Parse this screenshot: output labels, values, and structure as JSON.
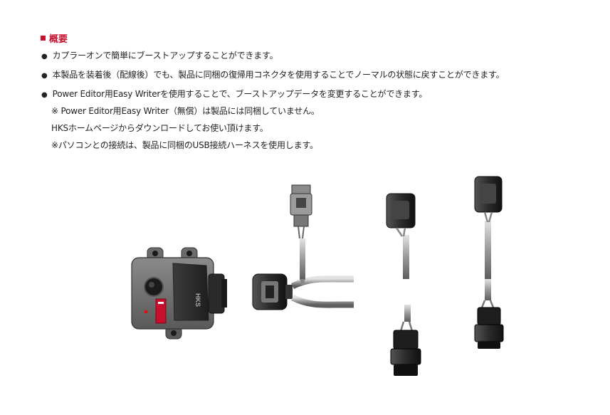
{
  "heading": {
    "label": "概要"
  },
  "bullets": [
    {
      "bullet": "●",
      "text": "カプラーオンで簡単にブーストアップすることができます。"
    },
    {
      "bullet": "●",
      "text": "本製品を装着後（配線後）でも、製品に同梱の復帰用コネクタを使用することでノーマルの状態に戻すことができます。"
    },
    {
      "bullet": "●",
      "text": "Power Editor用Easy Writerを使用することで、ブーストアップデータを変更することができます。"
    }
  ],
  "notes": [
    "※ Power Editor用Easy Writer（無償）は製品には同梱していません。",
    "HKSホームページからダウンロードしてお使い頂けます。",
    "※パソコンとの接続は、製品に同梱のUSB接続ハーネスを使用します。"
  ],
  "product": {
    "logo_text": "HKS",
    "accent_color": "#c8102e"
  }
}
